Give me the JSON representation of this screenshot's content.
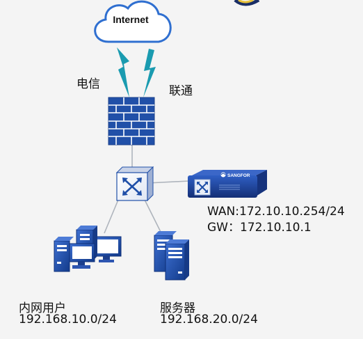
{
  "cloud": {
    "label": "Internet"
  },
  "links": {
    "isp_left": "电信",
    "isp_right": "联通"
  },
  "gateway_device": {
    "brand": "SANGFOR",
    "wan": "WAN:172.10.10.254/24",
    "gw": "GW：172.10.10.1"
  },
  "users": {
    "name": "内网用户",
    "subnet": "192.168.10.0/24"
  },
  "servers": {
    "name": "服务器",
    "subnet": "192.168.20.0/24"
  },
  "colors": {
    "firewall_blue": "#2150a8",
    "link_teal": "#1a9bb0",
    "device_navy": "#1c3f8f",
    "line_gray": "#aeb4bc"
  }
}
